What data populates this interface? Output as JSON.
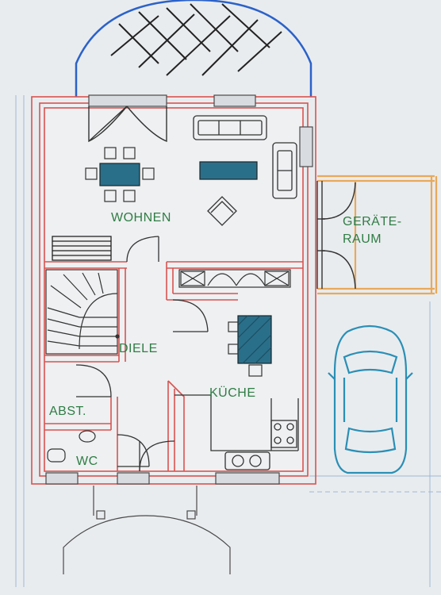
{
  "plan": {
    "rooms": {
      "wohnen": "WOHNEN",
      "diele": "DIELE",
      "kueche": "KÜCHE",
      "abst": "ABST.",
      "wc": "WC",
      "geraete_line1": "GERÄTE-",
      "geraete_line2": "RAUM"
    }
  },
  "colors": {
    "wall": "#d9534f",
    "line": "#4a4a4a",
    "accent": "#2a6f8a",
    "label": "#2f7d44",
    "car": "#2a8fb5",
    "shed": "#e8a95a",
    "terrace": "#2b62c9",
    "paper": "#e9ecef",
    "floor": "#eef0f2"
  }
}
